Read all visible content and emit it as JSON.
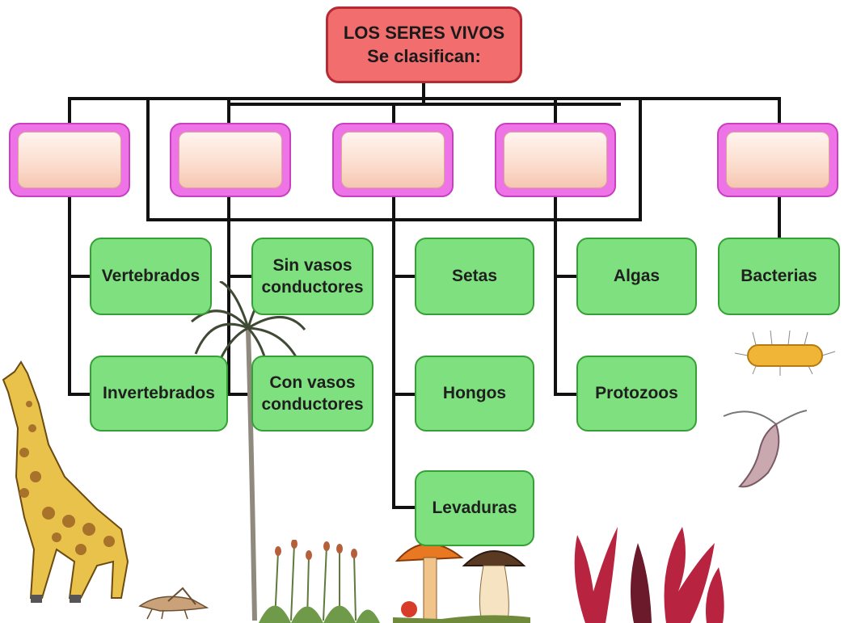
{
  "title": {
    "line1": "LOS SERES VIVOS",
    "line2": "Se clasifican:"
  },
  "categories": [
    "",
    "",
    "",
    "",
    ""
  ],
  "leaves": {
    "vertebrados": "Vertebrados",
    "invertebrados": "Invertebrados",
    "sin_vasos": [
      "Sin vasos",
      "conductores"
    ],
    "con_vasos": [
      "Con vasos",
      "conductores"
    ],
    "setas": "Setas",
    "hongos": "Hongos",
    "levaduras": "Levaduras",
    "algas": "Algas",
    "protozoos": "Protozoos",
    "bacterias": "Bacterias"
  },
  "colors": {
    "root_fill": "#f26d6d",
    "category_border": "#ee73e6",
    "leaf_fill": "#7ee07e",
    "connector": "#111111"
  },
  "illustrations": [
    "giraffe",
    "grasshopper",
    "palm-tree",
    "moss",
    "mushrooms",
    "red-algae",
    "bacterium",
    "protozoan"
  ]
}
